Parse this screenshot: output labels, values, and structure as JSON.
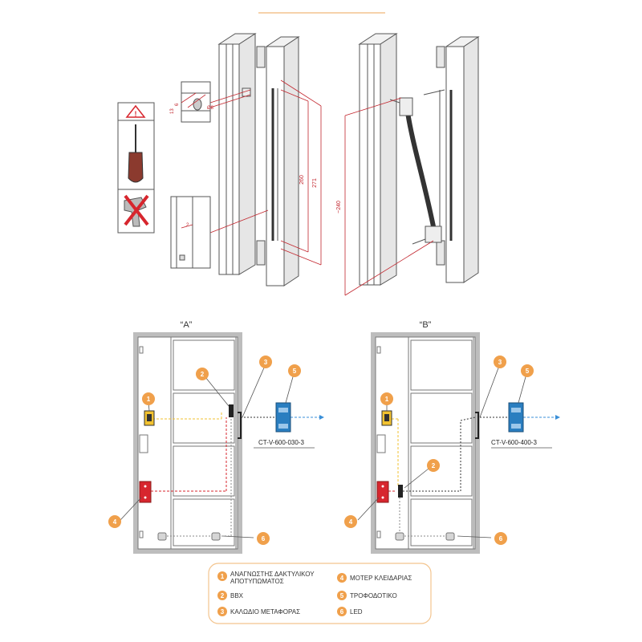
{
  "panels": {
    "a": {
      "title": "“A”",
      "model": "CT-V-600-030-3"
    },
    "b": {
      "title": "“B”",
      "model": "CT-V-600-400-3"
    }
  },
  "markers": [
    "1",
    "2",
    "3",
    "4",
    "5",
    "6"
  ],
  "dimensions": {
    "d1": "260",
    "d2": "271",
    "d3": "~240",
    "d4": "13",
    "d5": "6",
    "d6": "Ø8",
    "d7": "2"
  },
  "legend": {
    "items": [
      {
        "num": "1",
        "lines": [
          "ΑΝΑΓΝΩΣΤΗΣ ΔΑΚΤΥΛΙΚΟΥ",
          "ΑΠΟΤΥΠΩΜΑΤΟΣ"
        ]
      },
      {
        "num": "2",
        "lines": [
          "BBX"
        ]
      },
      {
        "num": "3",
        "lines": [
          "ΚΑΛΩΔΙΟ ΜΕΤΑΦΟΡΑΣ"
        ]
      },
      {
        "num": "4",
        "lines": [
          "ΜΟΤΕΡ ΚΛΕΙΔΑΡΙΑΣ"
        ]
      },
      {
        "num": "5",
        "lines": [
          "ΤΡΟΦΟΔΟΤΙΚΟ"
        ]
      },
      {
        "num": "6",
        "lines": [
          "LED"
        ]
      }
    ]
  },
  "colors": {
    "marker": "#f0a04b",
    "accent_line": "#f3c48e",
    "dimension": "#c2262e",
    "yellow_wire": "#f2c230",
    "red_wire": "#d7262e",
    "blue_wire": "#3a8fd8",
    "psu": "#2a7ec0",
    "frame": "#9a9a9a"
  }
}
